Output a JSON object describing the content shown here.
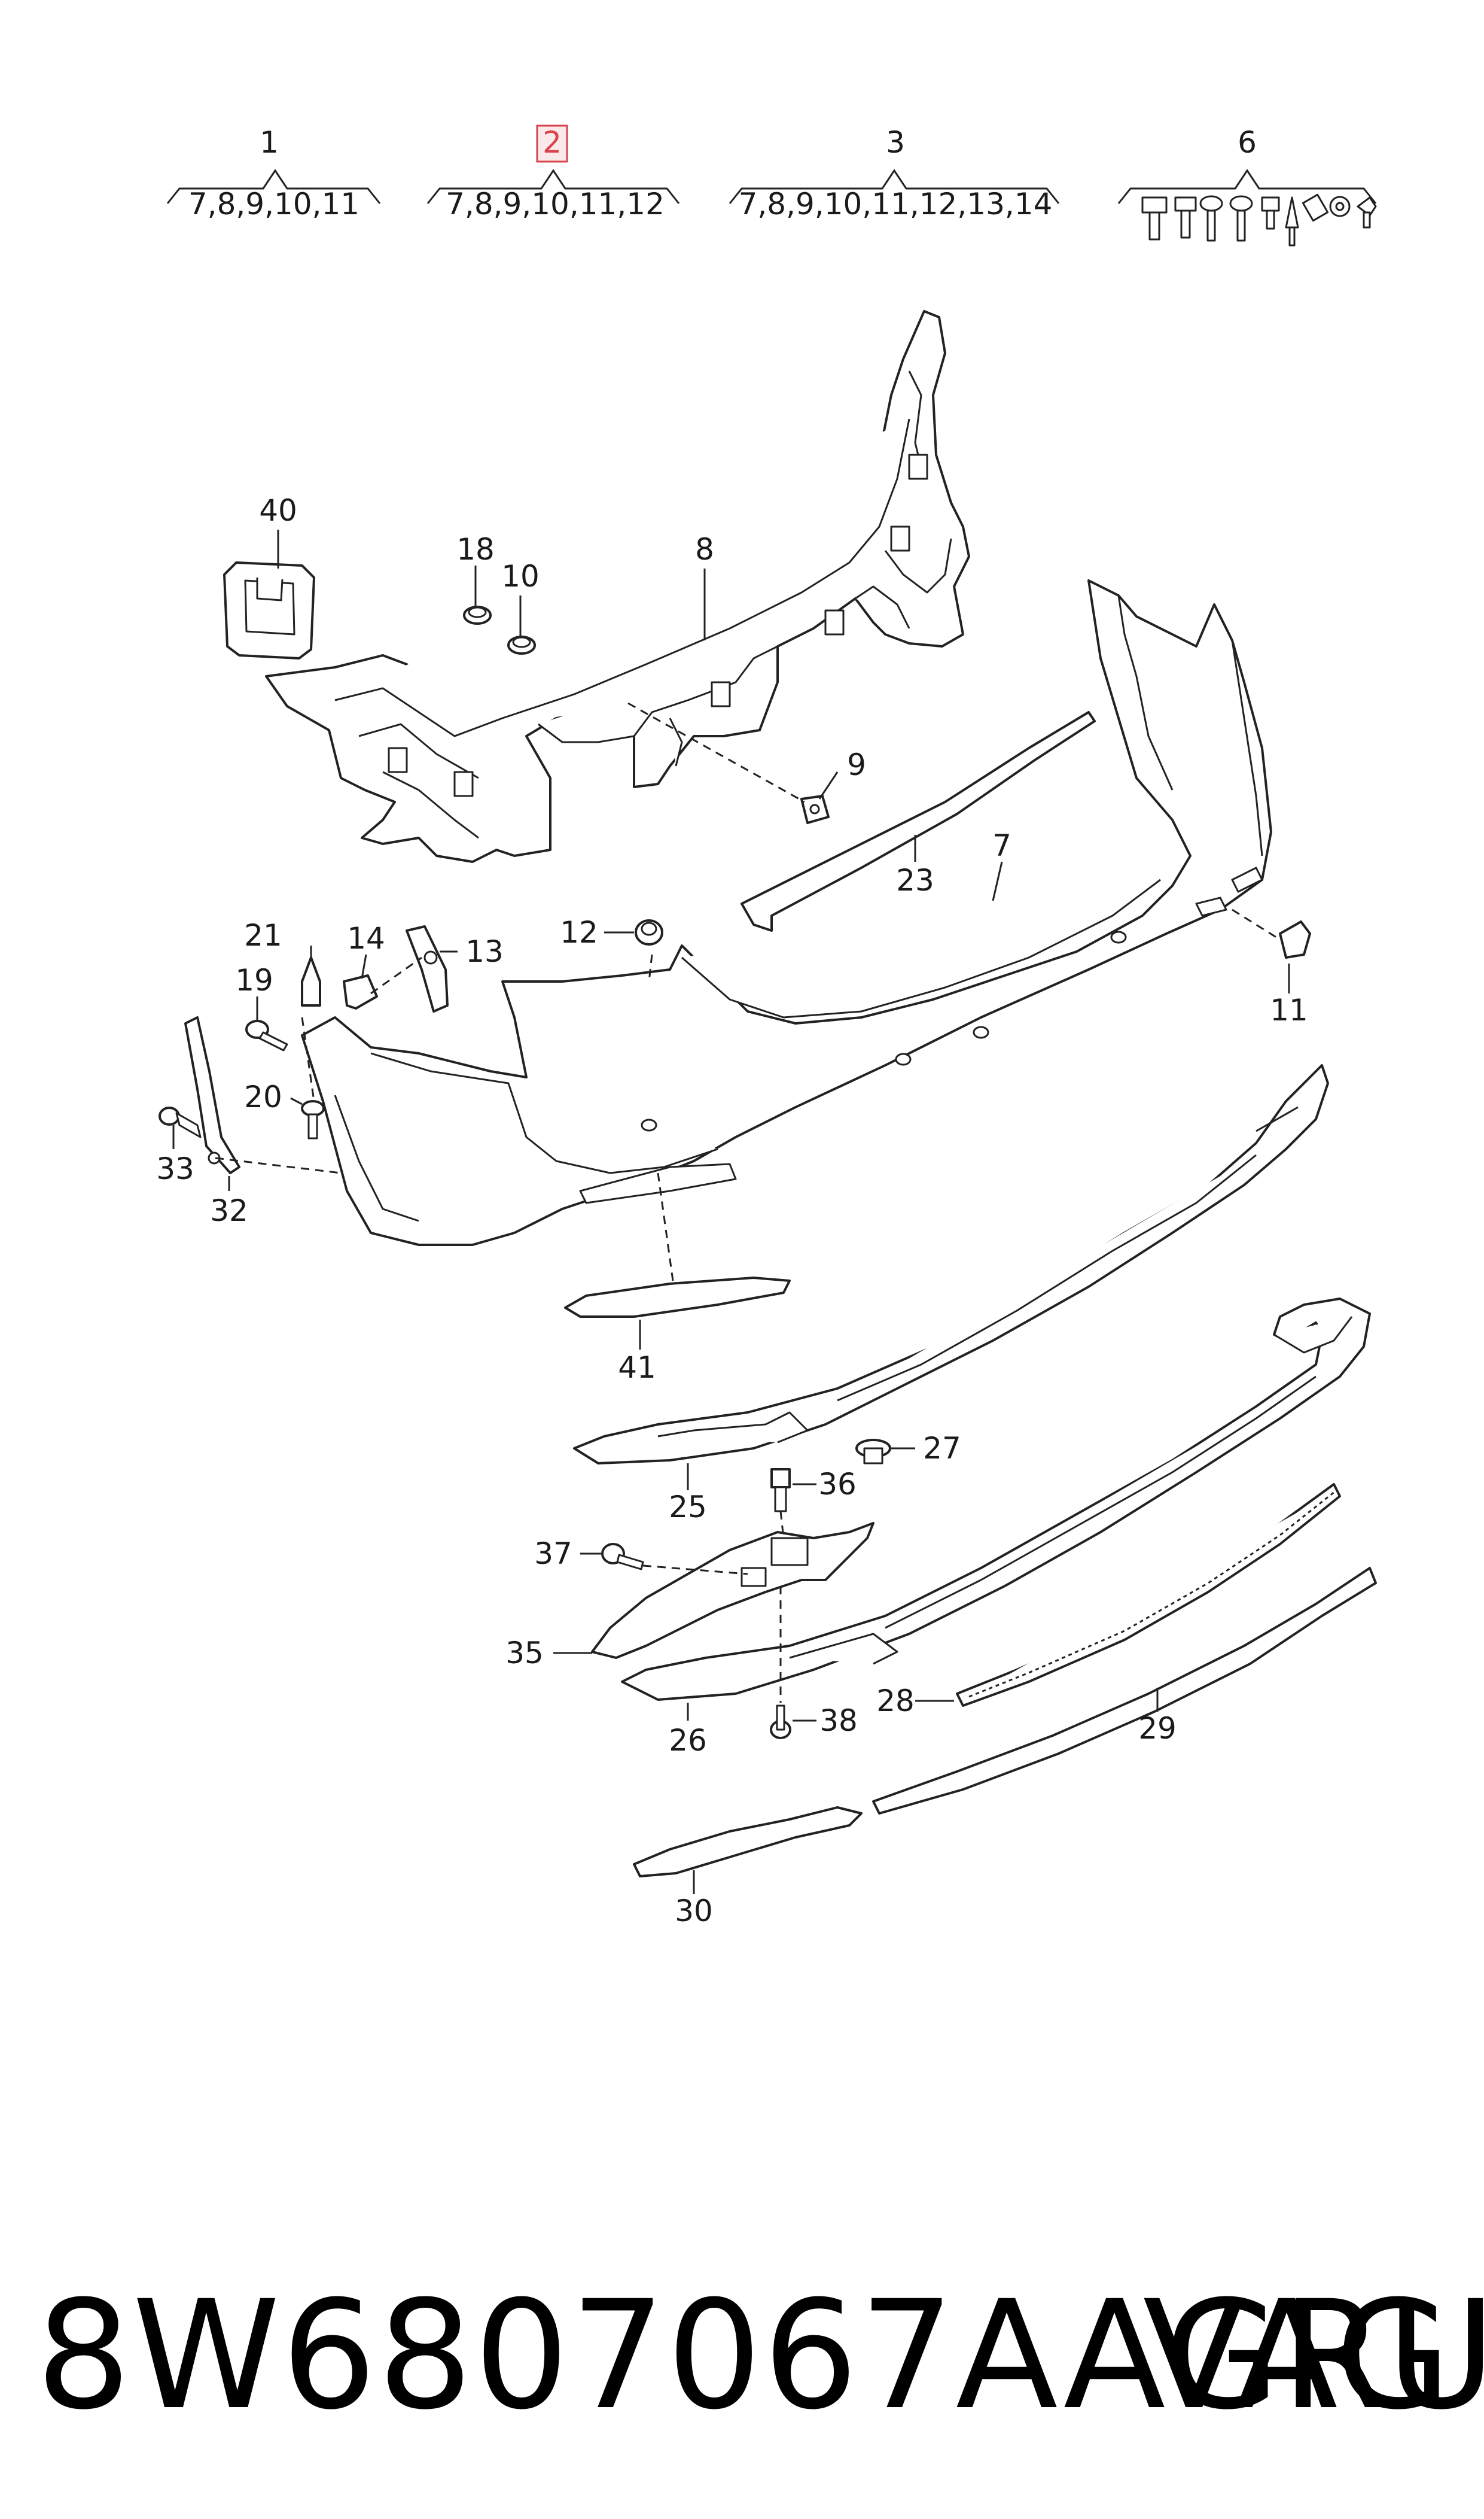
{
  "diagram": {
    "groups": [
      {
        "id": "1",
        "contents": "7,8,9,10,11",
        "highlighted": false
      },
      {
        "id": "2",
        "contents": "7,8,9,10,11,12",
        "highlighted": true
      },
      {
        "id": "3",
        "contents": "7,8,9,10,11,12,13,14",
        "highlighted": false
      },
      {
        "id": "6",
        "contents": "",
        "highlighted": false
      }
    ],
    "callouts": [
      "40",
      "18",
      "10",
      "8",
      "9",
      "23",
      "7",
      "12",
      "11",
      "21",
      "14",
      "13",
      "19",
      "20",
      "33",
      "32",
      "41",
      "25",
      "27",
      "36",
      "37",
      "35",
      "26",
      "38",
      "28",
      "29",
      "30"
    ],
    "highlight_color": "#d9434c"
  },
  "footer": {
    "part_number": "8W6807067AAGRU",
    "brand": "VAG"
  }
}
